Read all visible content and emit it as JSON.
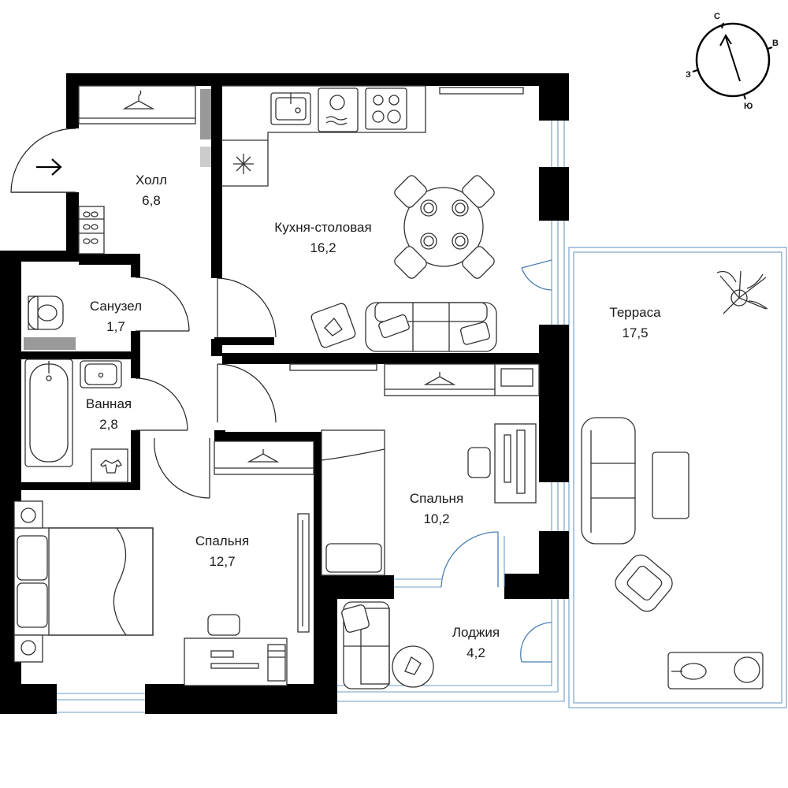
{
  "rooms": [
    {
      "id": "hall",
      "name": "Холл",
      "area": "6,8"
    },
    {
      "id": "kitchen",
      "name": "Кухня-столовая",
      "area": "16,2"
    },
    {
      "id": "wc",
      "name": "Санузел",
      "area": "1,7"
    },
    {
      "id": "bath",
      "name": "Ванная",
      "area": "2,8"
    },
    {
      "id": "bedroom1",
      "name": "Спальня",
      "area": "12,7"
    },
    {
      "id": "bedroom2",
      "name": "Спальня",
      "area": "10,2"
    },
    {
      "id": "loggia",
      "name": "Лоджия",
      "area": "4,2"
    },
    {
      "id": "terrace",
      "name": "Терраса",
      "area": "17,5"
    }
  ],
  "compass": {
    "north": "С",
    "east": "В",
    "south": "Ю",
    "west": "З"
  },
  "colors": {
    "wall": "#000000",
    "window": "#6f9bc6",
    "line": "#333333",
    "shaft": "#999999"
  },
  "icons": [
    "entrance-arrow-icon",
    "snowflake-icon",
    "hanger-icon",
    "sink-icon",
    "stove-icon",
    "palm-icon"
  ]
}
